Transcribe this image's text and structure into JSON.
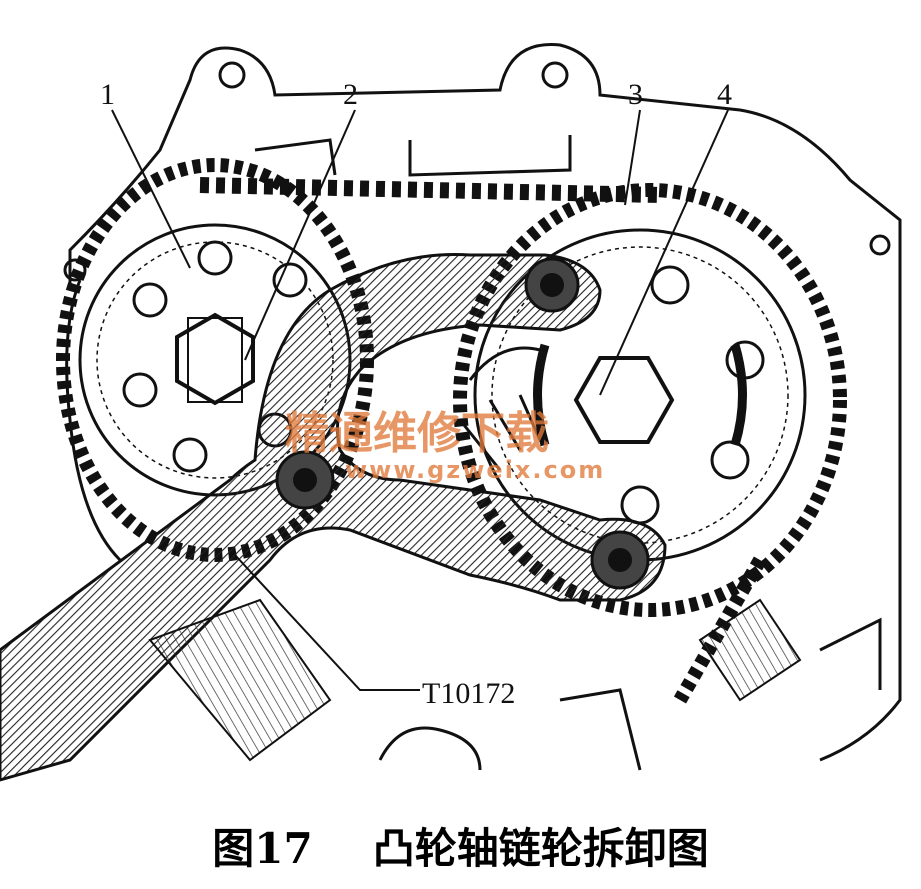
{
  "figure": {
    "callouts": [
      "1",
      "2",
      "3",
      "4"
    ],
    "tool_label": "T10172",
    "caption_number": "图17",
    "caption_title": "凸轮轴链轮拆卸图"
  },
  "watermark": {
    "text": "精通维修下载",
    "url": "www.gzweix.com"
  }
}
